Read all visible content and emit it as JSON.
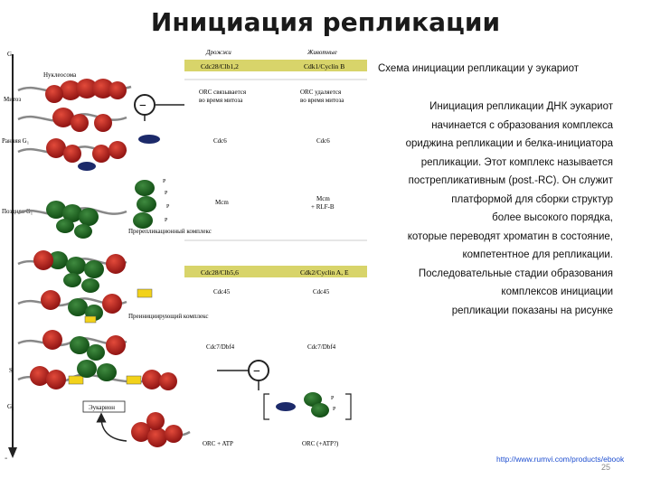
{
  "title": "Инициация репликации",
  "caption": "Схема инициации репликации у эукариот",
  "body_lines": [
    "Инициация репликации ДНК эукариот",
    "начинается с образования комплекса",
    "ориджина репликации и белка-инициатора",
    "репликации. Этот комплекс называется",
    "пострепликативным (post.-RC). Он служит",
    "платформой для сборки структур",
    "более высокого порядка,",
    "которые переводят хроматин в состояние,",
    "компетентное для репликации.",
    "Последовательные стадии образования",
    "комплексов инициации",
    "репликации показаны на рисунке"
  ],
  "source": "http://www.rumvi.com/products/ebook",
  "page_number": "25",
  "dash": "-",
  "diagram": {
    "axis_labels": {
      "g2": "G₂",
      "mitosis": "Митоз",
      "early_g1": "Ранняя G₁",
      "late_g1": "Поздняя G₁",
      "s": "S",
      "g2_bottom": "G₂"
    },
    "header": {
      "col1": "Дрожжи",
      "col2": "Животные"
    },
    "band1": {
      "col1": "Cdc28/Clb1,2",
      "col2": "Cdk1/Cyclin B"
    },
    "band2": {
      "col1": "Cdc28/Clb5,6",
      "col2": "Cdk2/Cyclin A, E"
    },
    "labels": {
      "nucleosome": "Нуклеосома",
      "orc_yeast_line1": "ORC связывается",
      "orc_yeast_line2": "во время митоза",
      "orc_animal_line1": "ORC удаляется",
      "orc_animal_line2": "во время митоза",
      "cdc6_yeast": "Cdc6",
      "cdc6_animal": "Cdc6",
      "mcm_yeast": "Mcm",
      "mcm_animal_line1": "Mcm",
      "mcm_animal_line2": "+ RLF-B",
      "pre_rc": "Пререпликационный комплекс",
      "cdc45_yeast": "Cdc45",
      "cdc45_animal": "Cdc45",
      "pre_init": "Преинициирующий комплекс",
      "cdc7_yeast": "Cdc7/Dbf4",
      "cdc7_animal": "Cdc7/Dbf4",
      "helicase": "Эукарион",
      "orc_atp_yeast": "ORC + ATP",
      "orc_atp_animal": "ORC (+ATP?)",
      "minus": "−",
      "p": "P"
    }
  }
}
